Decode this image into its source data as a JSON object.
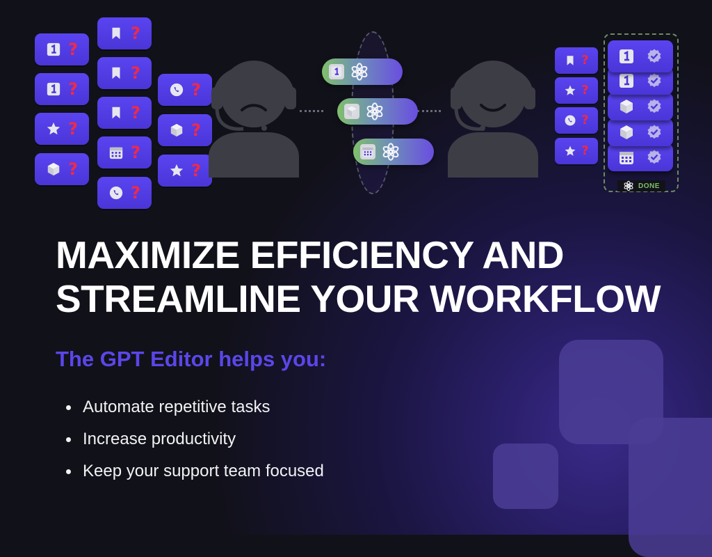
{
  "colors": {
    "background": "#121219",
    "card": "#4f3ae4",
    "question": "#ef2a48",
    "accent_text": "#5b46ea",
    "done_green": "#7dbf6a"
  },
  "left_cards": [
    {
      "icon": "number-one-icon"
    },
    {
      "icon": "bookmark-icon"
    },
    {
      "icon": "star-icon"
    },
    {
      "icon": "cube-icon"
    },
    {
      "icon": "bookmark-icon"
    },
    {
      "icon": "number-one-icon"
    },
    {
      "icon": "bookmark-icon"
    },
    {
      "icon": "calendar-icon"
    },
    {
      "icon": "phone-icon"
    },
    {
      "icon": "phone-icon"
    },
    {
      "icon": "cube-icon"
    },
    {
      "icon": "star-icon"
    }
  ],
  "question_mark": "?",
  "pills": [
    {
      "icon": "number-one-icon",
      "logo": "openai-logo-icon"
    },
    {
      "icon": "cube-icon",
      "logo": "openai-logo-icon"
    },
    {
      "icon": "calendar-icon",
      "logo": "openai-logo-icon"
    }
  ],
  "right_small_cards": [
    {
      "icon": "bookmark-icon"
    },
    {
      "icon": "star-icon"
    },
    {
      "icon": "phone-icon"
    },
    {
      "icon": "star-icon"
    }
  ],
  "done_stack": [
    {
      "icon": "number-one-icon",
      "status": "check-badge-icon"
    },
    {
      "icon": "number-one-icon",
      "status": "check-badge-icon"
    },
    {
      "icon": "cube-icon",
      "status": "check-badge-icon"
    },
    {
      "icon": "cube-icon",
      "status": "check-badge-icon"
    },
    {
      "icon": "calendar-icon",
      "status": "check-badge-icon"
    }
  ],
  "done_label": "DONE",
  "headline_line1": "MAXIMIZE EFFICIENCY AND",
  "headline_line2": "STREAMLINE YOUR WORKFLOW",
  "subheading": "The GPT Editor helps you:",
  "bullets": [
    "Automate repetitive tasks",
    "Increase productivity",
    "Keep your support team focused"
  ]
}
